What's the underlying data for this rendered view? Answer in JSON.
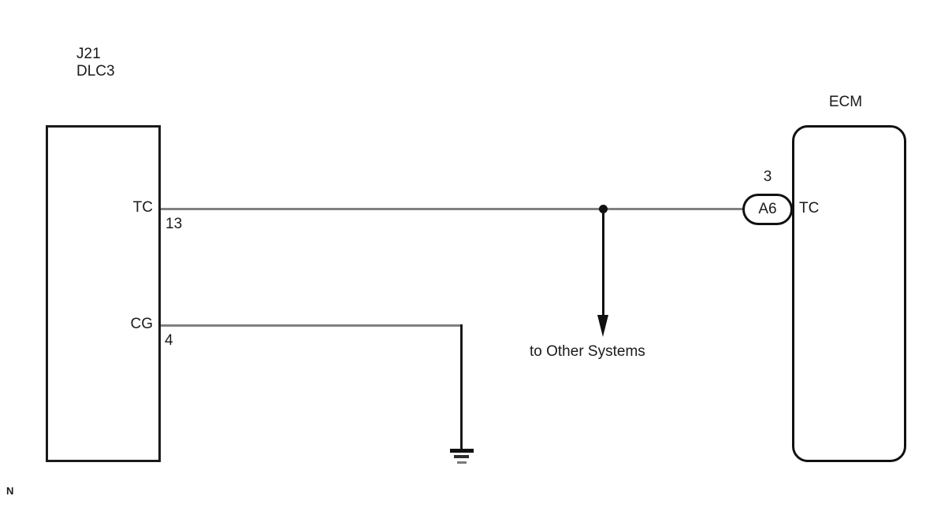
{
  "diagram": {
    "type": "wiring-diagram",
    "corner_note": "N",
    "dlc3": {
      "ref": "J21",
      "name": "DLC3",
      "pins": [
        {
          "label": "TC",
          "number": "13"
        },
        {
          "label": "CG",
          "number": "4"
        }
      ]
    },
    "ecm": {
      "name": "ECM",
      "terminal": {
        "pin_number": "3",
        "terminal_code": "A6",
        "signal": "TC"
      }
    },
    "branch": {
      "label": "to Other Systems"
    },
    "colors": {
      "wire_gray": "#808080",
      "line_black": "#111111",
      "background": "#ffffff"
    }
  }
}
